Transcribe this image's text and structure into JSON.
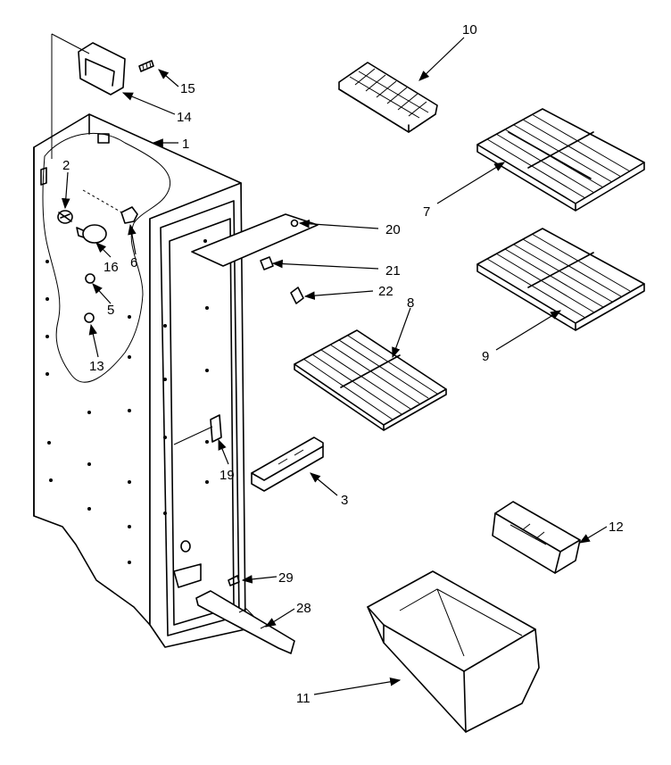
{
  "diagram": {
    "type": "exploded parts view",
    "callouts": {
      "p1": "1",
      "p2": "2",
      "p3": "3",
      "p5": "5",
      "p6": "6",
      "p7": "7",
      "p8": "8",
      "p9": "9",
      "p10": "10",
      "p11": "11",
      "p12": "12",
      "p13": "13",
      "p14": "14",
      "p15": "15",
      "p16": "16",
      "p19": "19",
      "p20": "20",
      "p21": "21",
      "p22": "22",
      "p28": "28",
      "p29": "29"
    }
  }
}
